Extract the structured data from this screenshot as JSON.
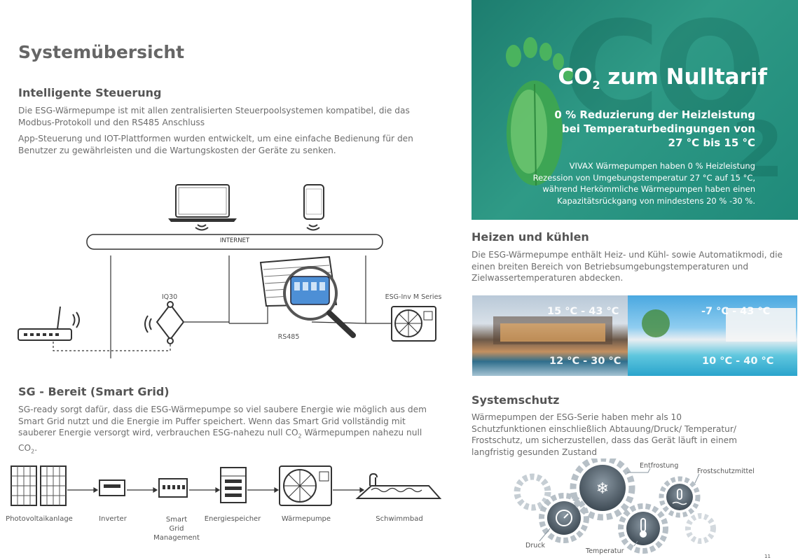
{
  "left": {
    "title": "Systemübersicht",
    "section1": {
      "heading": "Intelligente Steuerung",
      "p1": "Die ESG-Wärmepumpe ist mit allen zentralisierten Steuerpoolsystemen kompatibel, die das Modbus-Protokoll und den RS485 Anschluss",
      "p2": "App-Steuerung und IOT-Plattformen wurden entwickelt, um eine einfache Bedienung für den Benutzer zu gewährleisten und die Wartungskosten der Geräte zu senken."
    },
    "diagram": {
      "internet": "INTERNET",
      "iq30": "IQ30",
      "esg": "ESG-Inv M Series",
      "rs485": "RS485"
    },
    "section2": {
      "heading": "SG - Bereit (Smart Grid)",
      "p_before": "SG-ready sorgt dafür, dass die ESG-Wärmepumpe so viel saubere Energie wie möglich aus dem Smart Grid nutzt und die Energie im Puffer speichert. Wenn das Smart Grid vollständig mit sauberer Energie versorgt wird, verbrauchen ESG-nahezu null CO",
      "p_sub": "2",
      "p_after": " Wärmepumpen nahezu null CO",
      "p_sub2": "2",
      "p_end": "."
    },
    "chain": {
      "pv": "Photovoltaikanlage",
      "inverter": "Inverter",
      "smart1": "Smart",
      "smart2": "Grid",
      "smart3": "Management",
      "storage": "Energiespeicher",
      "heatpump": "Wärmepumpe",
      "pool": "Schwimmbad"
    }
  },
  "right": {
    "banner": {
      "co": "CO",
      "sub": "2",
      "rest": " zum Nulltarif",
      "line1": "0 % Reduzierung der Heizleistung",
      "line2": "bei Temperaturbedingungen von",
      "line3": "27 °C bis 15 °C",
      "small1": "VIVAX Wärmepumpen haben 0 % Heizleistung",
      "small2": "Rezession von Umgebungstemperatur 27 °C auf 15 °C,",
      "small3": "während Herkömmliche Wärmepumpen haben einen",
      "small4": "Kapazitätsrückgang von mindestens 20 % -30 %."
    },
    "heizen": {
      "heading": "Heizen und kühlen",
      "p": "Die ESG-Wärmepumpe enthält Heiz- und Kühl- sowie Automatikmodi, die einen breiten Bereich von Betriebsumgebungstemperaturen und Zielwassertemperaturen abdecken."
    },
    "temps": {
      "t1": "15 °C - 43 °C",
      "t2": "12 °C - 30 °C",
      "t3": "-7 °C - 43 °C",
      "t4": "10 °C - 40 °C"
    },
    "schutz": {
      "heading": "Systemschutz",
      "p": "Wärmepumpen der ESG-Serie haben mehr als 10 Schutzfunktionen einschließlich Abtauung/Druck/ Temperatur/ Frostschutz, um sicherzustellen, dass das Gerät läuft in einem langfristig gesunden Zustand"
    },
    "gears": {
      "entfrostung": "Entfrostung",
      "frost": "Frostschutzmittel",
      "druck": "Druck",
      "temperatur": "Temperatur"
    },
    "page": "11"
  }
}
